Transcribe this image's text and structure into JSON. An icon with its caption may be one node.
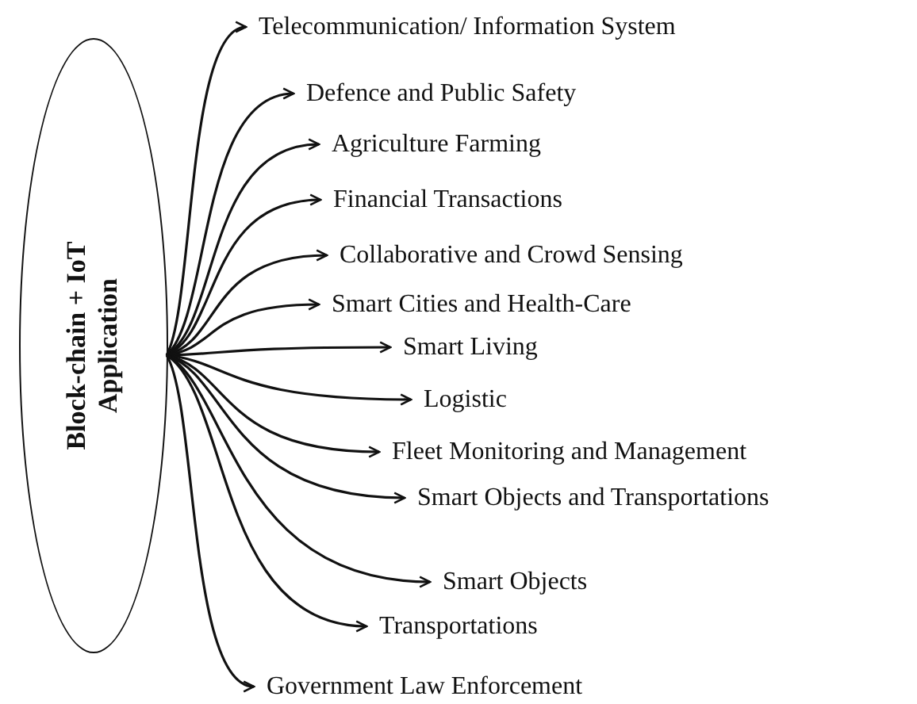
{
  "diagram": {
    "nodes": [
      {
        "text": [
          "Block-chain + IoT Application"
        ]
      },
      {
        "text": [
          "Telecommunication/ Information System"
        ]
      },
      {
        "text": [
          "Defence and Public Safety"
        ]
      },
      {
        "text": [
          "Agriculture Farming"
        ]
      },
      {
        "text": [
          "Financial Transactions"
        ]
      },
      {
        "text": [
          "Collaborative and Crowd Sensing"
        ]
      },
      {
        "text": [
          "Smart Cities and Health-Care"
        ]
      },
      {
        "text": [
          "Smart Living"
        ]
      },
      {
        "text": [
          "Logistic"
        ]
      },
      {
        "text": [
          "Fleet Monitoring and Management"
        ]
      },
      {
        "text": [
          "Smart Objects and Transportations"
        ]
      },
      {
        "text": [
          "Smart Objects"
        ]
      },
      {
        "text": [
          "Transportations"
        ]
      },
      {
        "text": [
          "Government Law Enforcement"
        ]
      }
    ],
    "edges": [
      {
        "from": 0,
        "to": 1,
        "arrow": "to"
      },
      {
        "from": 0,
        "to": 2,
        "arrow": "to"
      },
      {
        "from": 0,
        "to": 3,
        "arrow": "to"
      },
      {
        "from": 0,
        "to": 4,
        "arrow": "to"
      },
      {
        "from": 0,
        "to": 5,
        "arrow": "to"
      },
      {
        "from": 0,
        "to": 6,
        "arrow": "to"
      },
      {
        "from": 0,
        "to": 7,
        "arrow": "to"
      },
      {
        "from": 0,
        "to": 8,
        "arrow": "to"
      },
      {
        "from": 0,
        "to": 9,
        "arrow": "to"
      },
      {
        "from": 0,
        "to": 10,
        "arrow": "to"
      },
      {
        "from": 0,
        "to": 11,
        "arrow": "to"
      },
      {
        "from": 0,
        "to": 12,
        "arrow": "to"
      },
      {
        "from": 0,
        "to": 13,
        "arrow": "to"
      }
    ]
  }
}
